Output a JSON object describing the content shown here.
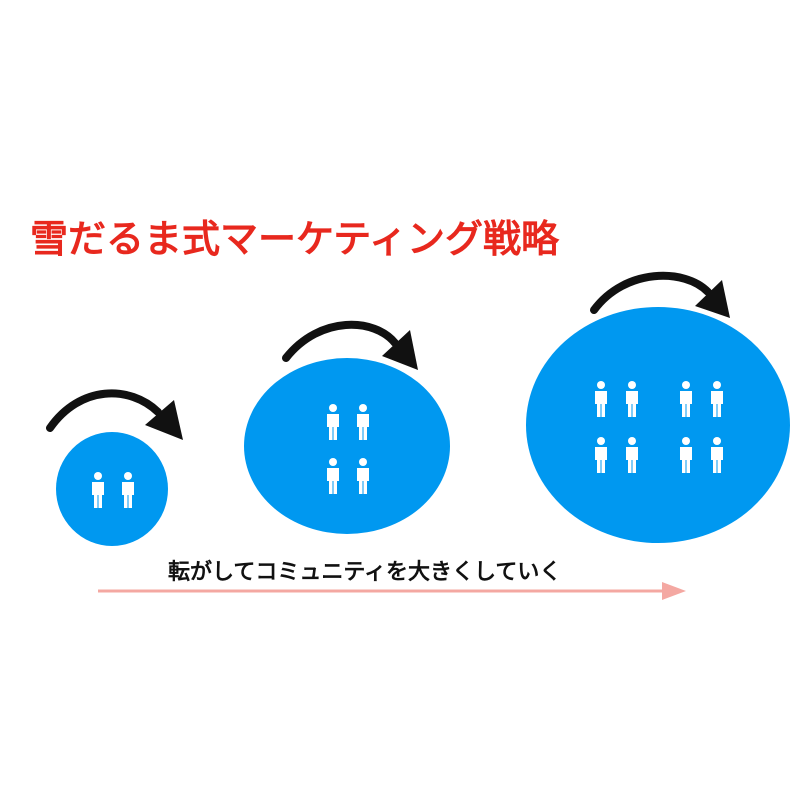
{
  "title": "雪だるま式マーケティング戦略",
  "caption": "転がしてコミュニティを大きくしていく",
  "colors": {
    "title": "#e8281e",
    "circle": "#0098f0",
    "arrow": "#111111",
    "progress_arrow": "#f4a8a2",
    "person": "#ffffff"
  },
  "stages": [
    {
      "name": "small",
      "people": 2
    },
    {
      "name": "medium",
      "people": 4
    },
    {
      "name": "large",
      "people": 8
    }
  ],
  "icons": {
    "rotation": "curved-arrow-icon",
    "member": "person-icon",
    "growth": "right-arrow-icon"
  }
}
